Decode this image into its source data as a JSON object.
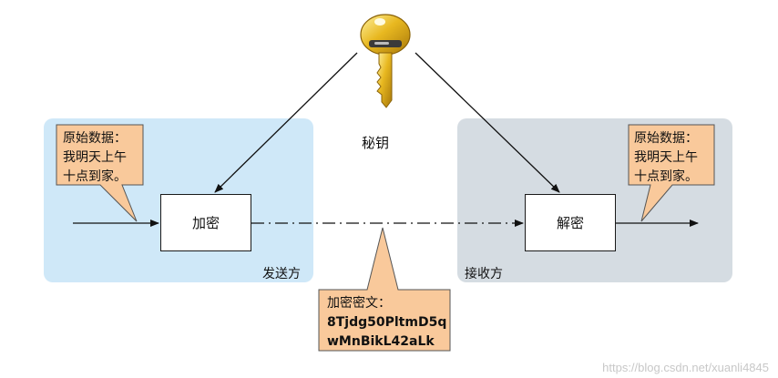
{
  "key": {
    "label": "秘钥",
    "icon": "key-icon"
  },
  "sender": {
    "label": "发送方",
    "process_label": "加密",
    "callout_lines": [
      "原始数据：",
      "我明天上午",
      "十点到家。"
    ]
  },
  "receiver": {
    "label": "接收方",
    "process_label": "解密",
    "callout_lines": [
      "原始数据：",
      "我明天上午",
      "十点到家。"
    ]
  },
  "ciphertext": {
    "title": "加密密文：",
    "lines": [
      "8Tjdg50PltmD5q",
      "wMnBikL42aLk"
    ]
  },
  "watermark": "https://blog.csdn.net/xuanli4845",
  "colors": {
    "sender_bg": "#cfe8f8",
    "receiver_bg": "#d5dce2",
    "callout_fill": "#f9c99b",
    "key_gold": "#e0b020"
  }
}
